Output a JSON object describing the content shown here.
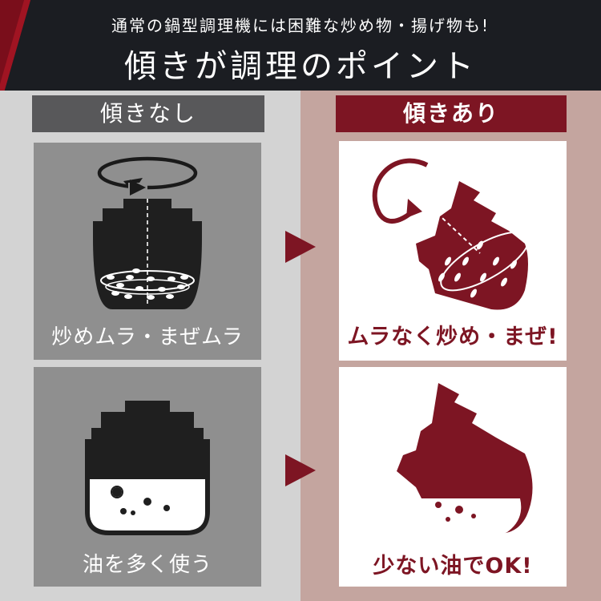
{
  "header": {
    "subtitle": "通常の鍋型調理機には困難な炒め物・揚げ物も!",
    "title": "傾きが調理のポイント"
  },
  "columns": {
    "left_label": "傾きなし",
    "right_label": "傾きあり"
  },
  "panels": {
    "stir_no_tilt": "炒めムラ・まぜムラ",
    "stir_tilt": "ムラなく炒め・まぜ!",
    "oil_no_tilt": "油を多く使う",
    "oil_tilt": "少ない油でOK!"
  },
  "colors": {
    "header_bg": "#1b1d22",
    "accent": "#7d1523",
    "left_bg": "#d3d3d3",
    "right_bg": "#c4a59f",
    "left_label_bg": "#58585a",
    "left_panel_bg": "#8f8f8f"
  },
  "icons": [
    "rotation-arrow-icon",
    "pot-upright-icon",
    "pot-tilted-icon",
    "oil-drops-icon",
    "right-arrow-icon"
  ]
}
